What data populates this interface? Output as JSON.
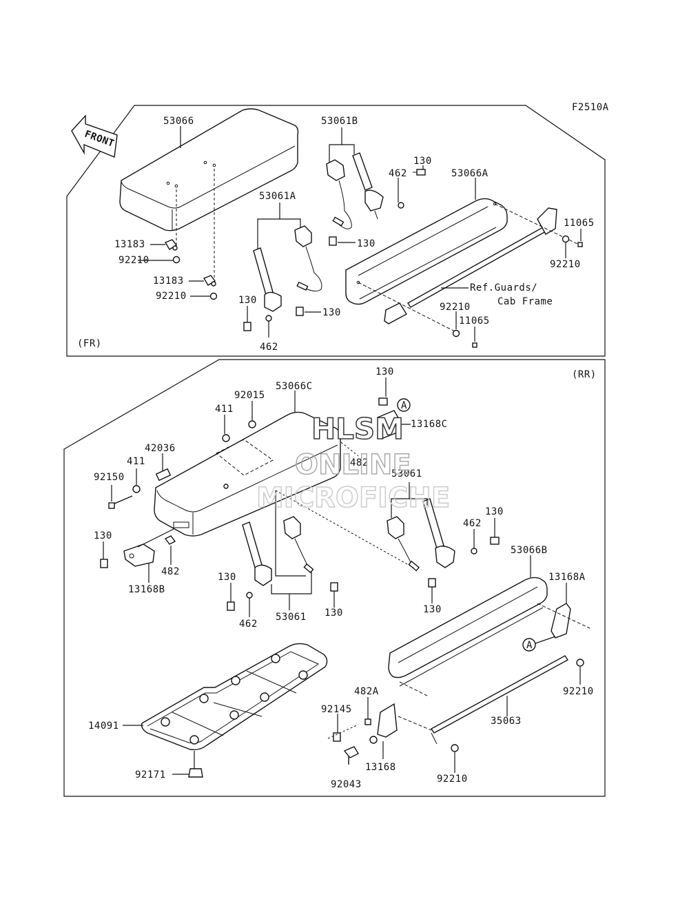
{
  "figure_id": "F2510A",
  "front_arrow_label": "FRONT",
  "sections": {
    "front": "(FR)",
    "rear": "(RR)"
  },
  "callouts": {
    "c_53066": "53066",
    "c_53061B": "53061B",
    "c_130_a": "130",
    "c_462_a": "462",
    "c_53066A": "53066A",
    "c_11065_a": "11065",
    "c_53061A": "53061A",
    "c_130_b": "130",
    "c_13183_a": "13183",
    "c_92210_a": "92210",
    "c_13183_b": "13183",
    "c_92210_b": "92210",
    "c_92210_c": "92210",
    "c_ref_guards": "Ref.Guards/",
    "c_cab_frame": "Cab Frame",
    "c_130_c": "130",
    "c_130_d": "130",
    "c_92210_d": "92210",
    "c_11065_b": "11065",
    "c_462_b": "462",
    "c_130_e": "130",
    "c_A_1": "A",
    "c_13168C": "13168C",
    "c_92015": "92015",
    "c_53066C": "53066C",
    "c_411_a": "411",
    "c_482_a": "482",
    "c_42036": "42036",
    "c_411_b": "411",
    "c_53061_a": "53061",
    "c_92150": "92150",
    "c_462_c": "462",
    "c_130_f": "130",
    "c_130_g": "130",
    "c_482_b": "482",
    "c_13168B": "13168B",
    "c_53066B": "53066B",
    "c_130_h": "130",
    "c_13168A": "13168A",
    "c_462_d": "462",
    "c_53061_b": "53061",
    "c_130_i": "130",
    "c_130_j": "130",
    "c_A_2": "A",
    "c_92210_e": "92210",
    "c_482A": "482A",
    "c_92145": "92145",
    "c_14091": "14091",
    "c_35063": "35063",
    "c_13168": "13168",
    "c_92043": "92043",
    "c_92210_f": "92210",
    "c_92171": "92171"
  },
  "watermark": {
    "line1": "HLSM",
    "line2": "ONLINE",
    "line3": "MICROFICHE"
  }
}
